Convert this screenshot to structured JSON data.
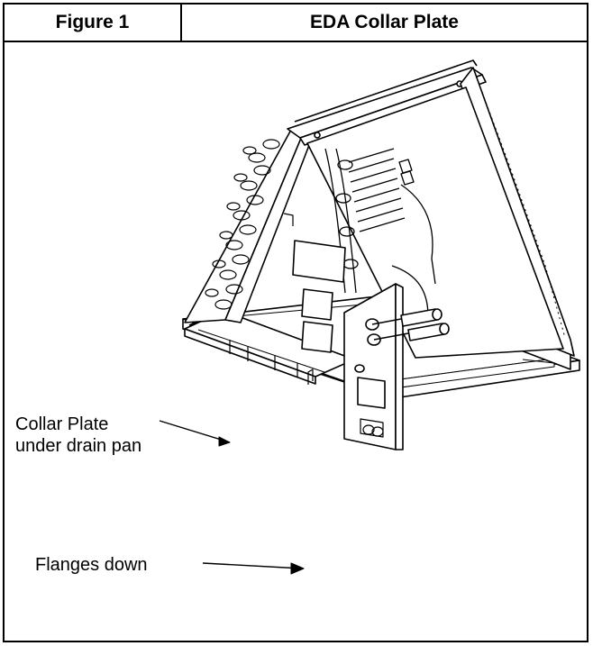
{
  "figure": {
    "number": "Figure 1",
    "title": "EDA Collar Plate"
  },
  "callouts": {
    "collar_plate": "Collar Plate\nunder drain pan",
    "flanges": "Flanges down"
  }
}
